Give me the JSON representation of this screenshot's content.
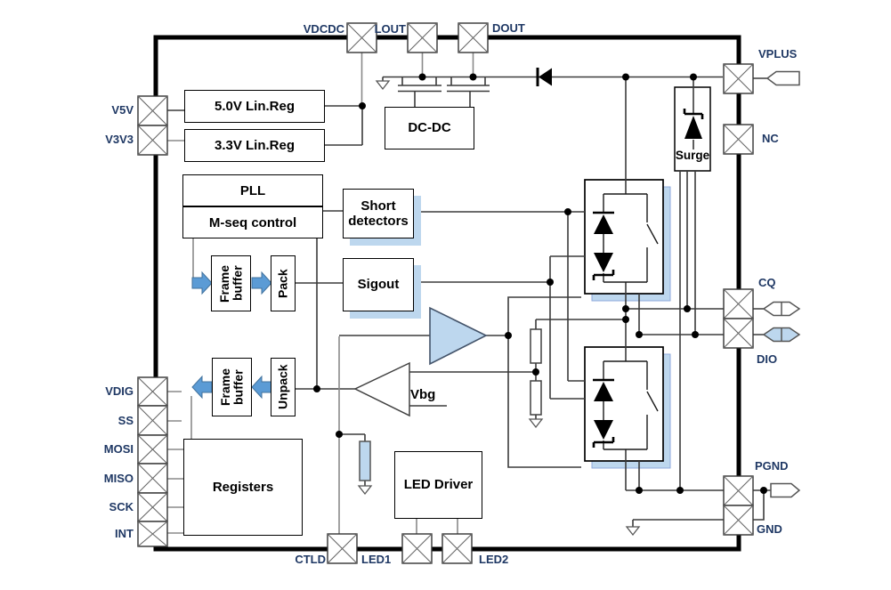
{
  "diagram": {
    "type": "ic-block-diagram",
    "blocks": {
      "linreg5": "5.0V Lin.Reg",
      "linreg3": "3.3V Lin.Reg",
      "dcdc": "DC-DC",
      "pll": "PLL",
      "mseq": "M-seq control",
      "short_detectors": "Short detectors",
      "sigout": "Sigout",
      "frame_buffer_tx": "Frame buffer",
      "pack": "Pack",
      "frame_buffer_rx": "Frame buffer",
      "unpack": "Unpack",
      "registers": "Registers",
      "led_driver": "LED Driver",
      "surge": "Surge",
      "vbg_label": "Vbg"
    },
    "pins": {
      "top": [
        "VDCDC",
        "LOUT",
        "DOUT"
      ],
      "left_top": [
        "V5V",
        "V3V3"
      ],
      "left_bottom": [
        "VDIG",
        "SS",
        "MOSI",
        "MISO",
        "SCK",
        "INT"
      ],
      "right": [
        "VPLUS",
        "NC",
        "CQ",
        "DIO",
        "PGND",
        "GND"
      ],
      "bottom": [
        "CTLD",
        "LED1",
        "LED2"
      ]
    },
    "colors": {
      "shadow_blue": "#BDD7EE",
      "arrow_blue": "#5B9BD5",
      "amp_fill": "#BDD7EE",
      "pin_label_text": "#1F3864",
      "wire": "#3B3B3B",
      "wire_gray": "#8A8A8A",
      "chip_border": "#000000"
    }
  }
}
